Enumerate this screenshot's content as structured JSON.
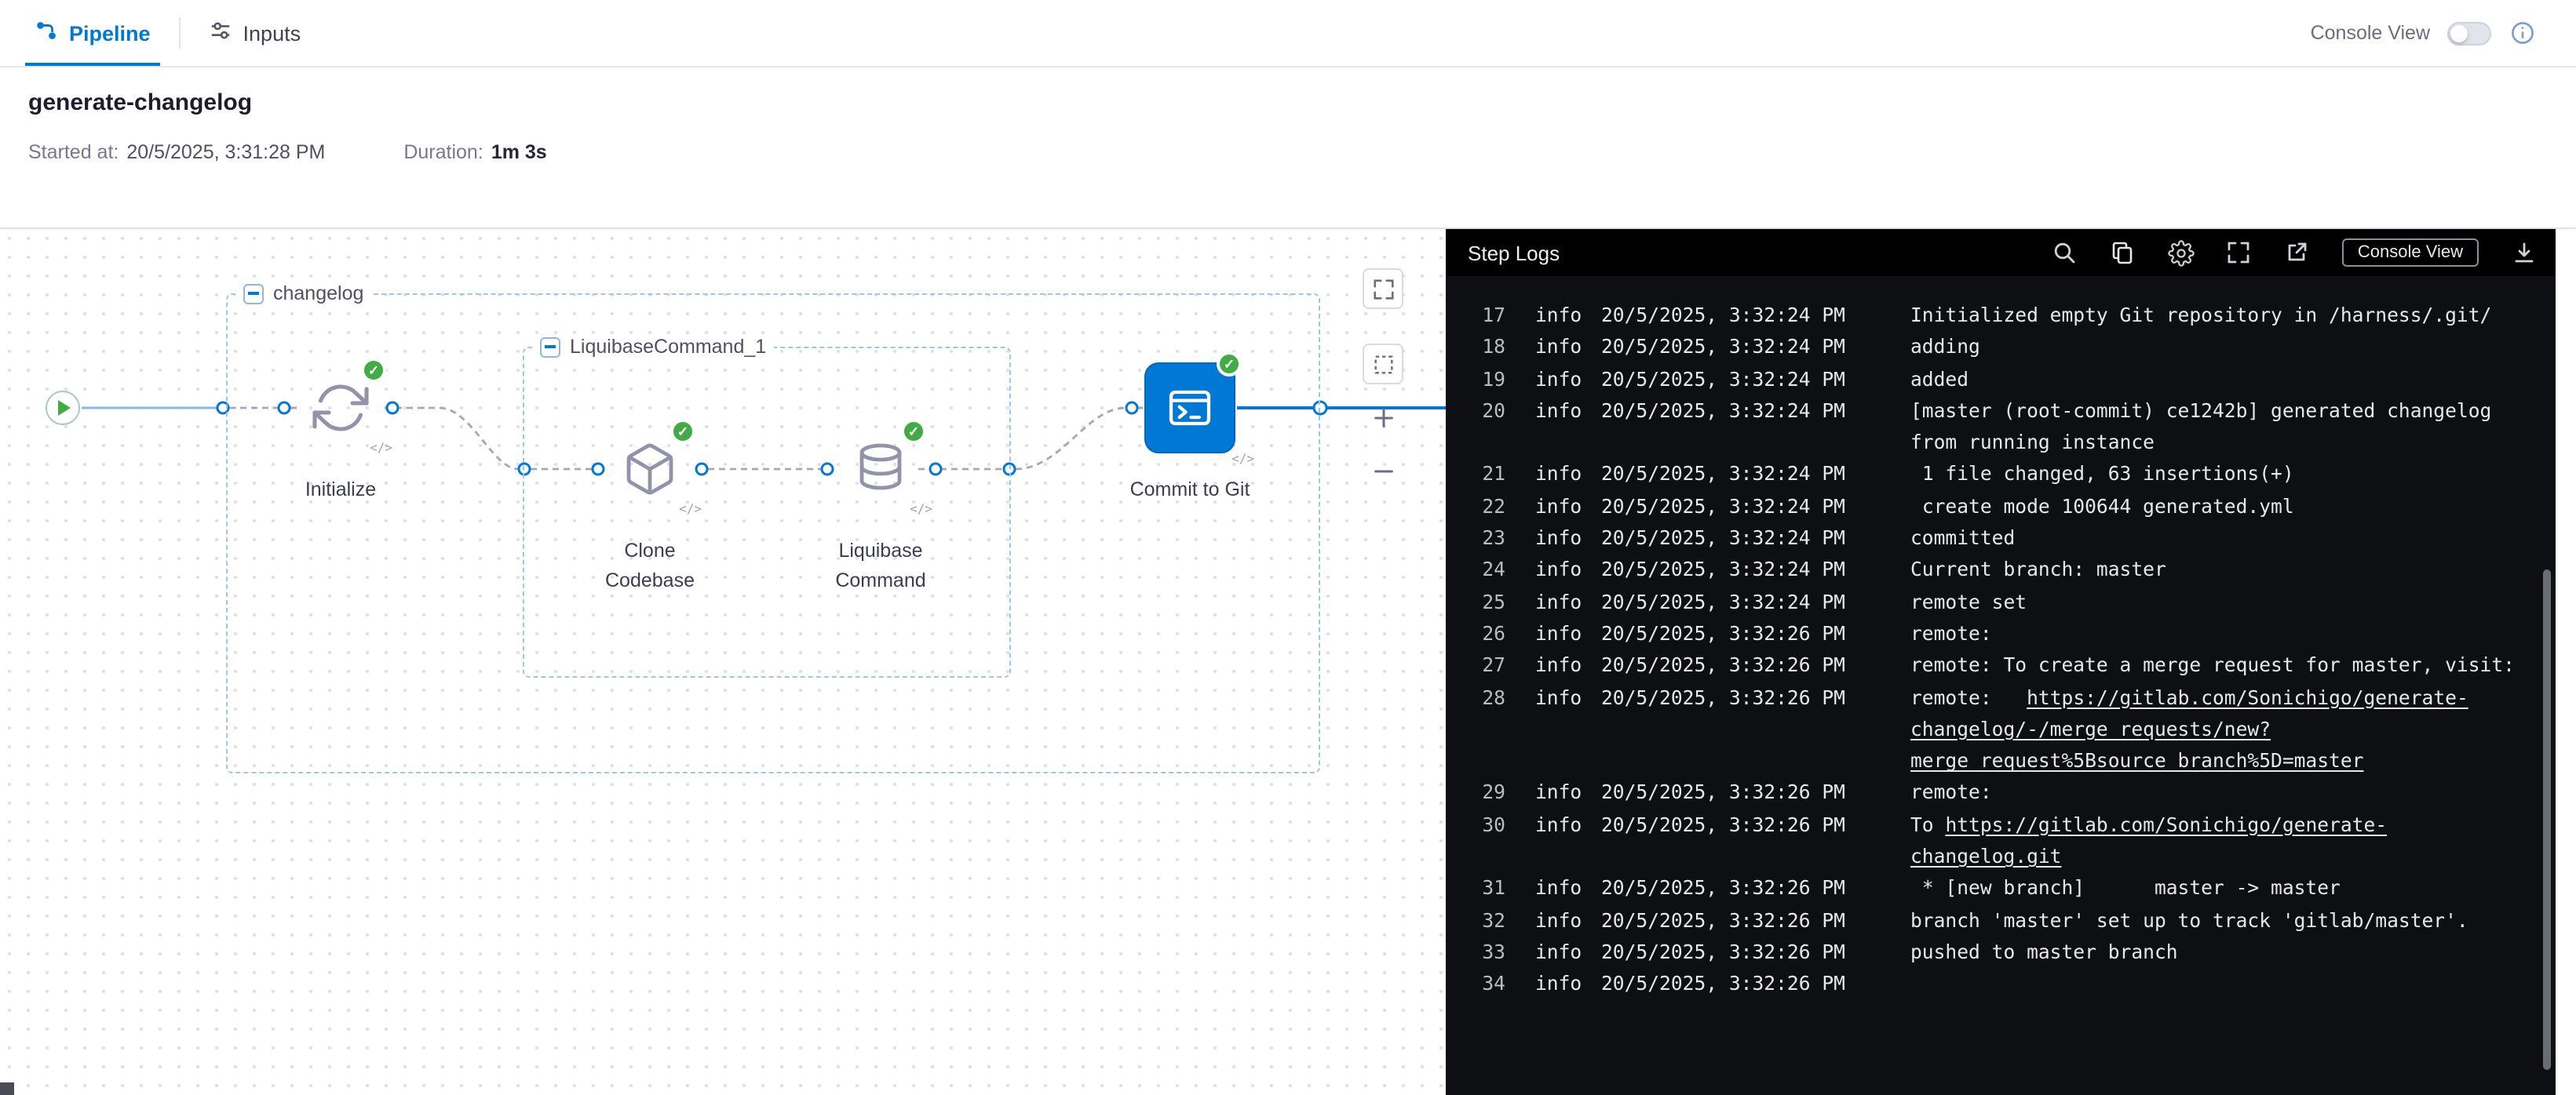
{
  "topbar": {
    "tabs": [
      {
        "label": "Pipeline"
      },
      {
        "label": "Inputs"
      }
    ],
    "console_view_label": "Console View"
  },
  "header": {
    "title": "generate-changelog",
    "started_label": "Started at:",
    "started_value": "20/5/2025, 3:31:28 PM",
    "duration_label": "Duration:",
    "duration_value": "1m 3s"
  },
  "canvas": {
    "stage_label": "changelog",
    "group_label": "LiquibaseCommand_1",
    "nodes": [
      {
        "label": "Initialize"
      },
      {
        "label": "Clone Codebase"
      },
      {
        "label": "Liquibase Command"
      },
      {
        "label": "Commit to Git"
      }
    ]
  },
  "logs": {
    "panel_title": "Step Logs",
    "console_view_button": "Console View",
    "rows": [
      {
        "n": "17",
        "level": "info",
        "time": "20/5/2025, 3:32:24 PM",
        "msg": [
          {
            "t": "Initialized empty Git repository in /harness/.git/"
          }
        ]
      },
      {
        "n": "18",
        "level": "info",
        "time": "20/5/2025, 3:32:24 PM",
        "msg": [
          {
            "t": "adding"
          }
        ]
      },
      {
        "n": "19",
        "level": "info",
        "time": "20/5/2025, 3:32:24 PM",
        "msg": [
          {
            "t": "added"
          }
        ]
      },
      {
        "n": "20",
        "level": "info",
        "time": "20/5/2025, 3:32:24 PM",
        "msg": [
          {
            "t": "[master (root-commit) ce1242b] generated changelog from running instance"
          }
        ]
      },
      {
        "n": "21",
        "level": "info",
        "time": "20/5/2025, 3:32:24 PM",
        "msg": [
          {
            "t": " 1 file changed, 63 insertions(+)"
          }
        ]
      },
      {
        "n": "22",
        "level": "info",
        "time": "20/5/2025, 3:32:24 PM",
        "msg": [
          {
            "t": " create mode 100644 generated.yml"
          }
        ]
      },
      {
        "n": "23",
        "level": "info",
        "time": "20/5/2025, 3:32:24 PM",
        "msg": [
          {
            "t": "committed"
          }
        ]
      },
      {
        "n": "24",
        "level": "info",
        "time": "20/5/2025, 3:32:24 PM",
        "msg": [
          {
            "t": "Current branch: master"
          }
        ]
      },
      {
        "n": "25",
        "level": "info",
        "time": "20/5/2025, 3:32:24 PM",
        "msg": [
          {
            "t": "remote set"
          }
        ]
      },
      {
        "n": "26",
        "level": "info",
        "time": "20/5/2025, 3:32:26 PM",
        "msg": [
          {
            "t": "remote:"
          }
        ]
      },
      {
        "n": "27",
        "level": "info",
        "time": "20/5/2025, 3:32:26 PM",
        "msg": [
          {
            "t": "remote: To create a merge request for master, visit:"
          }
        ]
      },
      {
        "n": "28",
        "level": "info",
        "time": "20/5/2025, 3:32:26 PM",
        "msg": [
          {
            "t": "remote:   "
          },
          {
            "t": "https://gitlab.com/Sonichigo/generate-changelog/-/merge_requests/new?merge_request%5Bsource_branch%5D=master",
            "link": true
          }
        ]
      },
      {
        "n": "29",
        "level": "info",
        "time": "20/5/2025, 3:32:26 PM",
        "msg": [
          {
            "t": "remote:"
          }
        ]
      },
      {
        "n": "30",
        "level": "info",
        "time": "20/5/2025, 3:32:26 PM",
        "msg": [
          {
            "t": "To "
          },
          {
            "t": "https://gitlab.com/Sonichigo/generate-changelog.git",
            "link": true
          }
        ]
      },
      {
        "n": "31",
        "level": "info",
        "time": "20/5/2025, 3:32:26 PM",
        "msg": [
          {
            "t": " * [new branch]      master -> master"
          }
        ]
      },
      {
        "n": "32",
        "level": "info",
        "time": "20/5/2025, 3:32:26 PM",
        "msg": [
          {
            "t": "branch 'master' set up to track 'gitlab/master'."
          }
        ]
      },
      {
        "n": "33",
        "level": "info",
        "time": "20/5/2025, 3:32:26 PM",
        "msg": [
          {
            "t": "pushed to master branch"
          }
        ]
      },
      {
        "n": "34",
        "level": "info",
        "time": "20/5/2025, 3:32:26 PM",
        "msg": []
      }
    ]
  },
  "colors": {
    "accent_blue": "#0278d5",
    "success_green": "#42ab45",
    "panel_bg": "#0e0f12",
    "panel_header_bg": "#000000"
  }
}
